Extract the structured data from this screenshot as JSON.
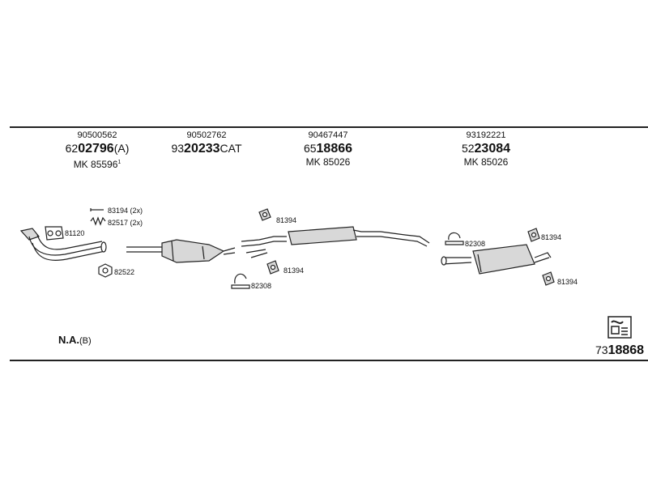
{
  "parts": [
    {
      "oe": "90500562",
      "prefix": "62",
      "main": "02796",
      "suffix": "(A)",
      "mk": "MK  85596",
      "mk_sup": "1"
    },
    {
      "oe": "90502762",
      "prefix": "93",
      "main": "20233",
      "suffix": "CAT",
      "mk": "",
      "mk_sup": ""
    },
    {
      "oe": "90467447",
      "prefix": "65",
      "main": "18866",
      "suffix": "",
      "mk": "MK  85026",
      "mk_sup": ""
    },
    {
      "oe": "93192221",
      "prefix": "52",
      "main": "23084",
      "suffix": "",
      "mk": "MK  85026",
      "mk_sup": ""
    }
  ],
  "labels": {
    "l83194": "83194 (2x)",
    "l82517": "82517 (2x)",
    "l81120": "81120",
    "l82522": "82522",
    "l81394_a": "81394",
    "l81394_b": "81394",
    "l82308_a": "82308",
    "l82308_b": "82308",
    "l81394_c": "81394",
    "l81394_d": "81394"
  },
  "na": {
    "main": "N.A.",
    "suffix": "(B)"
  },
  "doc": {
    "prefix": "73",
    "main": "18868"
  },
  "colors": {
    "line": "#222222",
    "fill": "#d8d8d8"
  }
}
